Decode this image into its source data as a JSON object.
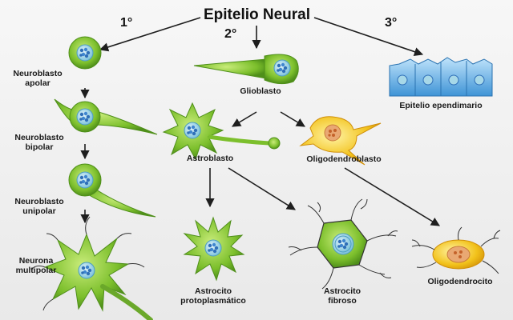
{
  "title": "Epitelio Neural",
  "routes": {
    "first": "1°",
    "second": "2°",
    "third": "3°"
  },
  "labels": {
    "neuroblasto_apolar": [
      "Neuroblasto",
      "apolar"
    ],
    "neuroblasto_bipolar": [
      "Neuroblasto",
      "bipolar"
    ],
    "neuroblasto_unipolar": [
      "Neuroblasto",
      "unipolar"
    ],
    "neurona_multipolar": [
      "Neurona",
      "multipolar"
    ],
    "glioblasto": "Glioblasto",
    "astroblasto": "Astroblasto",
    "oligodendroblasto": "Oligodendroblasto",
    "epitelio_ependimario": "Epitelio ependimario",
    "astrocito_protoplasmatico": [
      "Astrocito",
      "protoplasmático"
    ],
    "astrocito_fibroso": [
      "Astrocito",
      "fibroso"
    ],
    "oligodendrocito": "Oligodendrocito"
  },
  "colors": {
    "cell_green": "#7cbf2c",
    "cell_green_dark": "#4f8f1a",
    "nucleus": "#a7d8e8",
    "nucleus_dots": "#2f6fb8",
    "ependymal_blue": "#5aaee6",
    "oligo_yellow": "#f2c21b",
    "oligo_nucleus": "#e59a5a",
    "arrow": "#1e1e1e"
  }
}
